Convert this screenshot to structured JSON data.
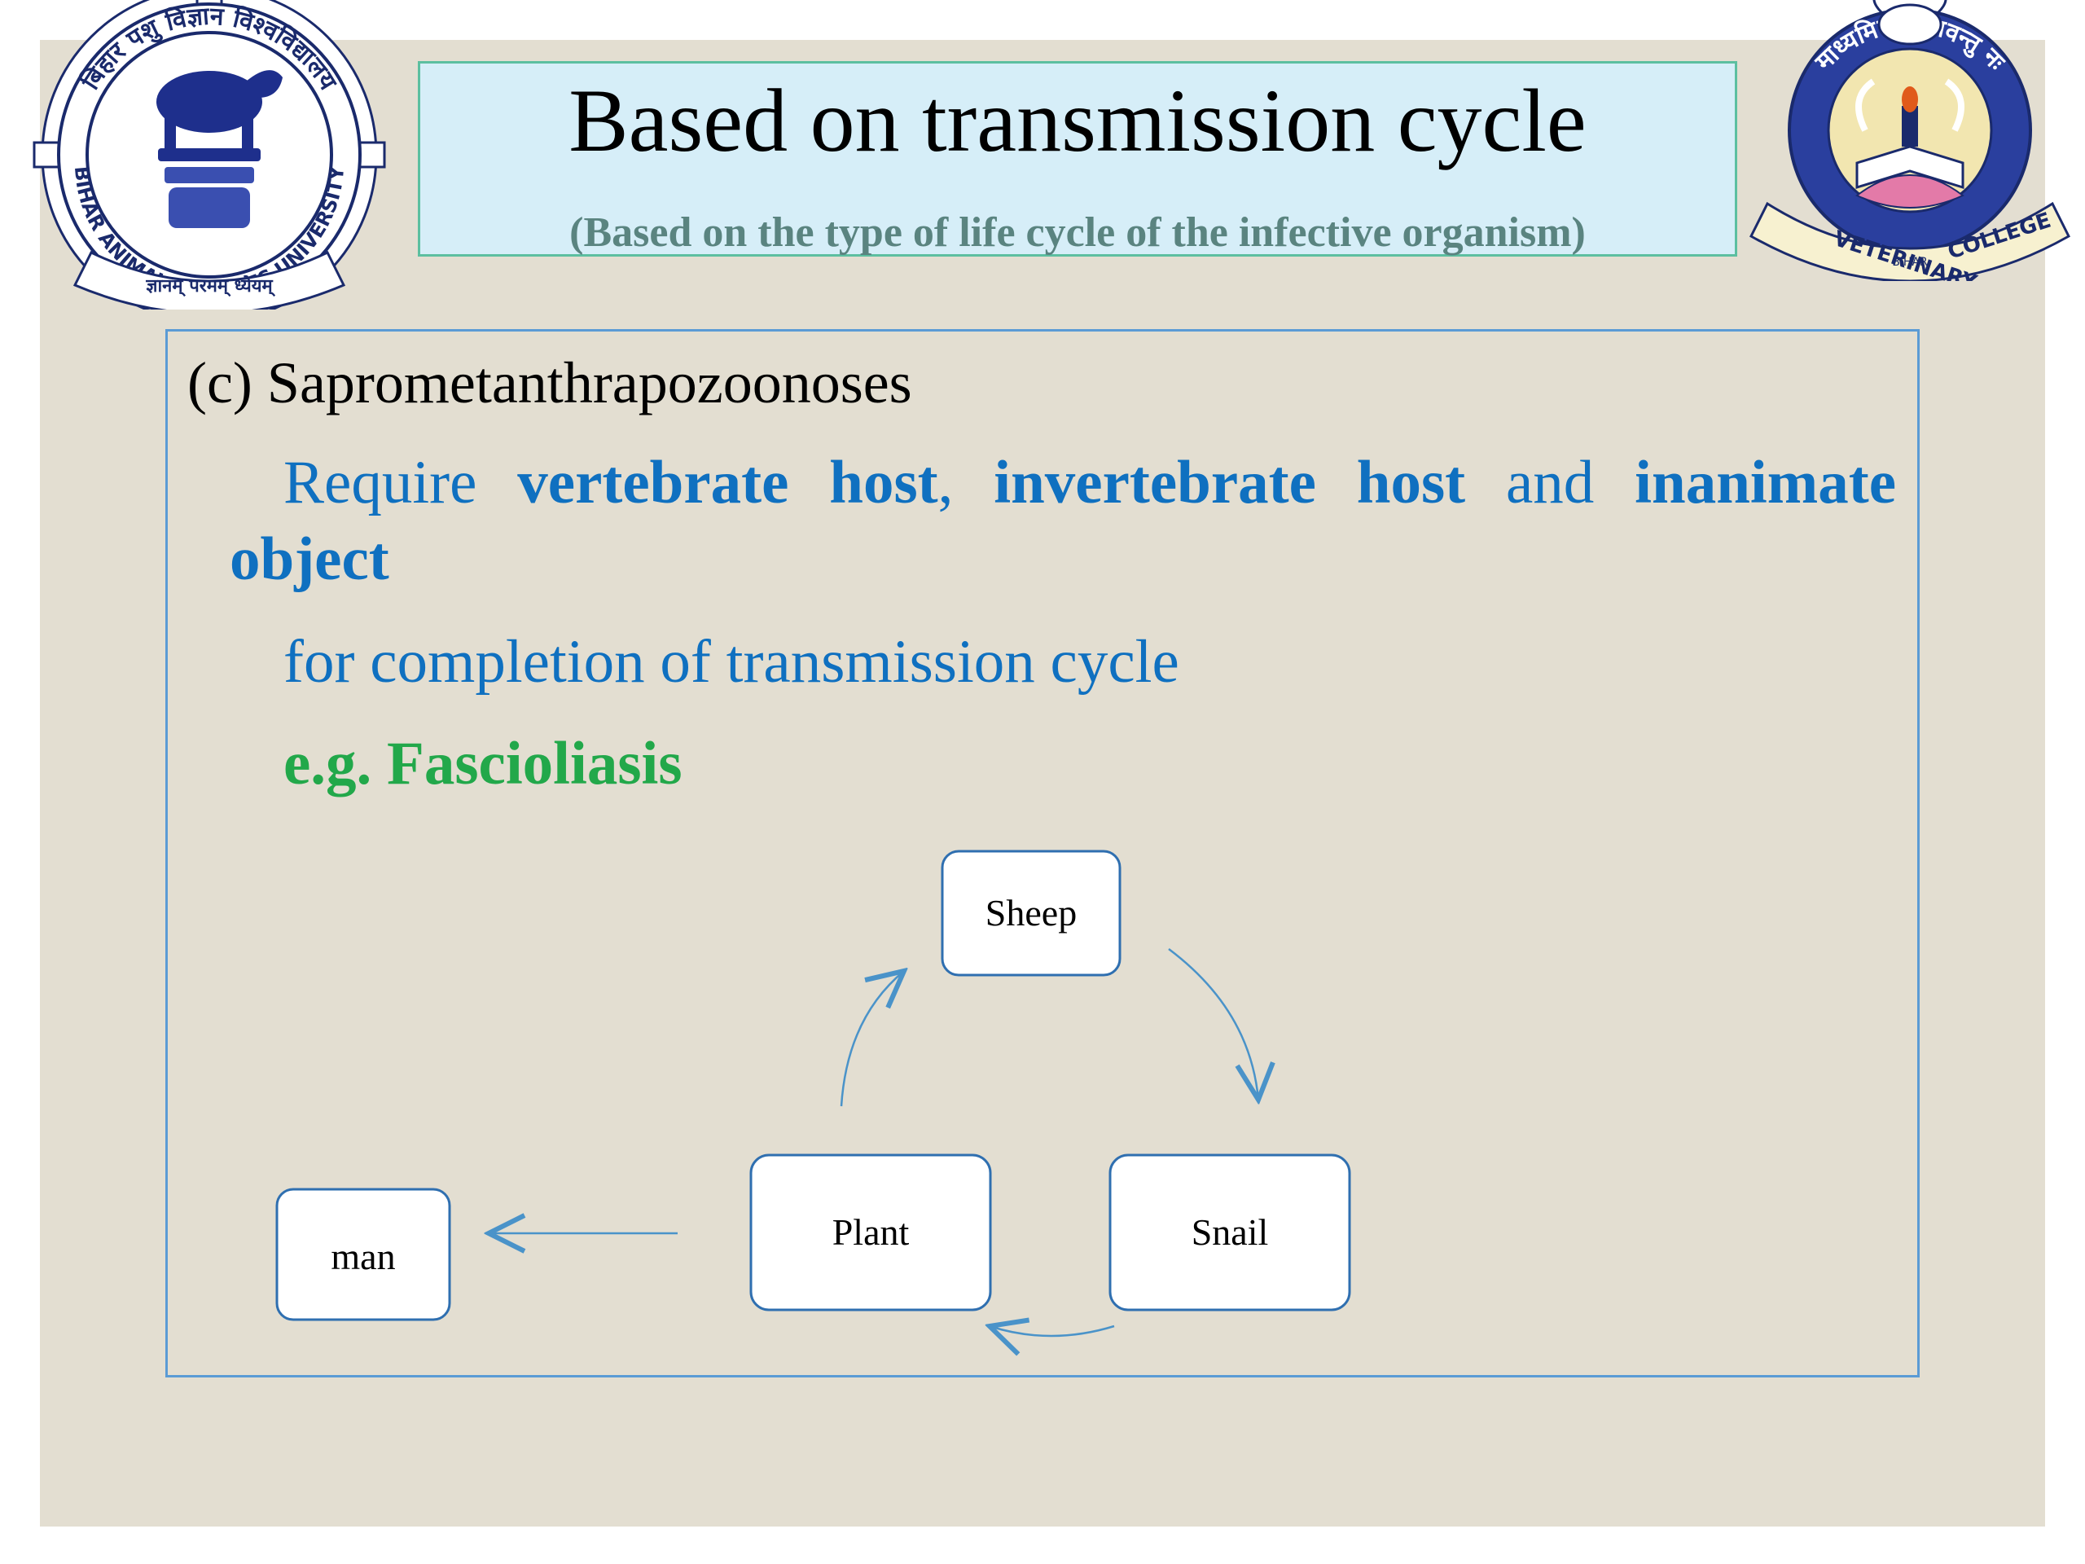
{
  "title": "Based on transmission cycle",
  "subtitle": "(Based on the type of life cycle of the infective organism)",
  "logos": {
    "left_text_top": "बिहार पशु विज्ञान विश्वविद्यालय",
    "left_text_bottom": "BIHAR ANIMAL SCIENCES UNIVERSITY",
    "left_motto": "ज्ञानम् परमम् ध्येयम्",
    "right_text_top": "माध्यमिकवि भवन्तु नः",
    "right_text_bottom_left": "VETERINARY",
    "right_text_bottom_right": "COLLEGE",
    "right_text_small": "BIHAR"
  },
  "content": {
    "heading": "(c) Saprometanthrapozoonoses",
    "line1": {
      "w1": "Require",
      "w2": "vertebrate",
      "w3": "host",
      "w3_punct": ",",
      "w4": "invertebrate",
      "w5": "host",
      "w6": "and",
      "w7": "inanimate"
    },
    "line2": "object",
    "line3": "for completion of transmission cycle",
    "example": "e.g. Fascioliasis"
  },
  "diagram": {
    "nodes": {
      "sheep": "Sheep",
      "snail": "Snail",
      "plant": "Plant",
      "man": "man"
    }
  },
  "colors": {
    "slide_background": "#e3ded1",
    "title_box_fill": "#d6eef8",
    "title_box_border": "#5cbfa0",
    "body_text": "#0f70c0",
    "example_text": "#22a84a",
    "node_border": "#2f6fb0",
    "arrow": "#4a93c9"
  }
}
